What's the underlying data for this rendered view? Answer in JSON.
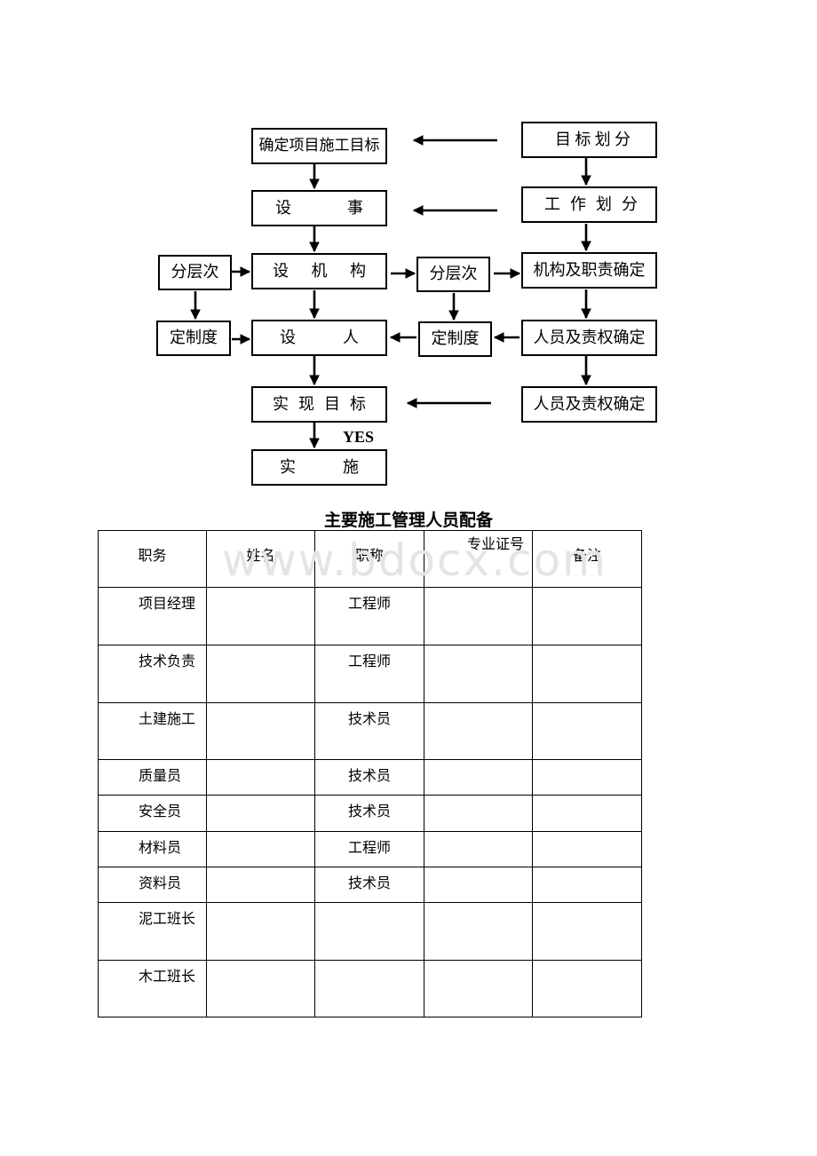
{
  "flowchart": {
    "nodes": {
      "confirm_goal": "确定项目施工目标",
      "set_affairs_left": "设",
      "set_affairs_right": "事",
      "set_org_1": "设",
      "set_org_2": "机",
      "set_org_3": "构",
      "set_person_left": "设",
      "set_person_right": "人",
      "achieve_goal_1": "实",
      "achieve_goal_2": "现",
      "achieve_goal_3": "目",
      "achieve_goal_4": "标",
      "implement_left": "实",
      "implement_right": "施",
      "left_layering": "分层次",
      "left_system": "定制度",
      "mid_layering": "分层次",
      "mid_system": "定制度",
      "goal_divide_1": "目",
      "goal_divide_2": "标",
      "goal_divide_3": "划",
      "goal_divide_4": "分",
      "work_divide_1": "工",
      "work_divide_2": "作",
      "work_divide_3": "划",
      "work_divide_4": "分",
      "org_duty": "机构及职责确定",
      "person_duty_1": "人员及责权确定",
      "person_duty_2": "人员及责权确定"
    },
    "yes_label": "YES"
  },
  "table": {
    "title": "主要施工管理人员配备",
    "watermark": "www.bdocx.com",
    "headers": [
      "职务",
      "姓名",
      "职称",
      "专业证号",
      "备注"
    ],
    "rows": [
      {
        "role": "项目经理",
        "name": "",
        "title": "工程师",
        "cert": "",
        "note": ""
      },
      {
        "role": "技术负责",
        "name": "",
        "title": "工程师",
        "cert": "",
        "note": ""
      },
      {
        "role": "土建施工",
        "name": "",
        "title": "技术员",
        "cert": "",
        "note": ""
      },
      {
        "role": "质量员",
        "name": "",
        "title": "技术员",
        "cert": "",
        "note": ""
      },
      {
        "role": "安全员",
        "name": "",
        "title": "技术员",
        "cert": "",
        "note": ""
      },
      {
        "role": "材料员",
        "name": "",
        "title": "工程师",
        "cert": "",
        "note": ""
      },
      {
        "role": "资料员",
        "name": "",
        "title": "技术员",
        "cert": "",
        "note": ""
      },
      {
        "role": "泥工班长",
        "name": "",
        "title": "",
        "cert": "",
        "note": ""
      },
      {
        "role": "木工班长",
        "name": "",
        "title": "",
        "cert": "",
        "note": ""
      }
    ]
  }
}
